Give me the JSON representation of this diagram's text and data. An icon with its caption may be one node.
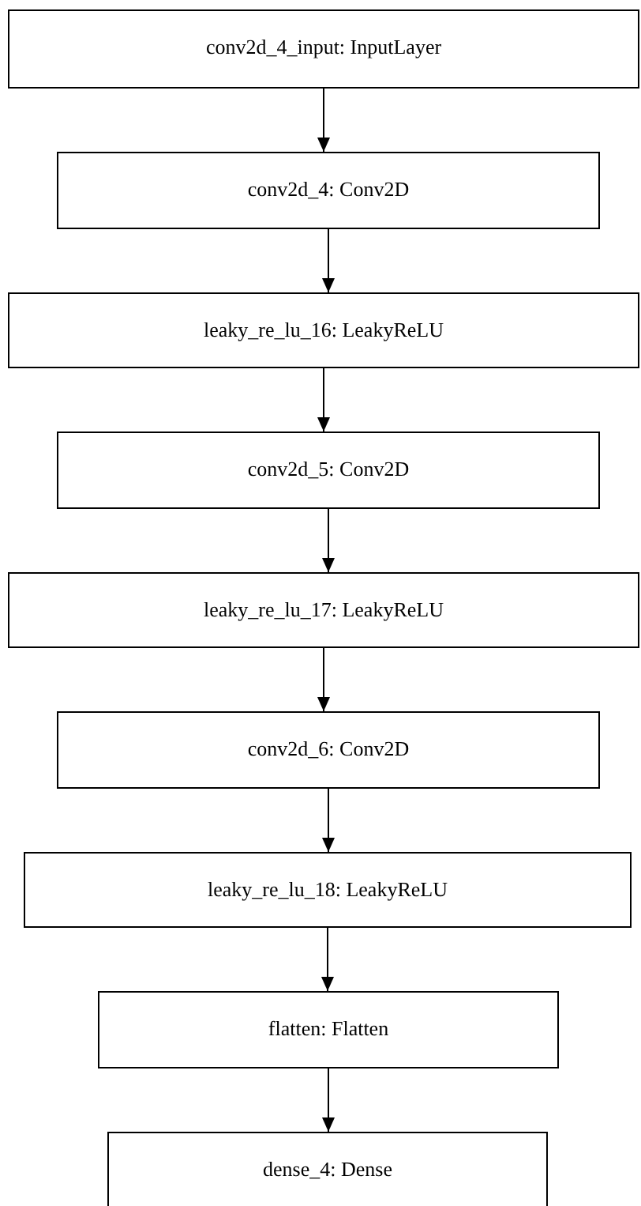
{
  "diagram": {
    "nodes": [
      {
        "text": [
          "conv2d_4_input: InputLayer"
        ]
      },
      {
        "text": [
          "conv2d_4: Conv2D"
        ]
      },
      {
        "text": [
          "leaky_re_lu_16: LeakyReLU"
        ]
      },
      {
        "text": [
          "conv2d_5: Conv2D"
        ]
      },
      {
        "text": [
          "leaky_re_lu_17: LeakyReLU"
        ]
      },
      {
        "text": [
          "conv2d_6: Conv2D"
        ]
      },
      {
        "text": [
          "leaky_re_lu_18: LeakyReLU"
        ]
      },
      {
        "text": [
          "flatten: Flatten"
        ]
      },
      {
        "text": [
          "dense_4: Dense"
        ]
      }
    ],
    "edges": [
      {
        "from": 0,
        "to": 1,
        "arrow": "to"
      },
      {
        "from": 1,
        "to": 2,
        "arrow": "to"
      },
      {
        "from": 2,
        "to": 3,
        "arrow": "to"
      },
      {
        "from": 3,
        "to": 4,
        "arrow": "to"
      },
      {
        "from": 4,
        "to": 5,
        "arrow": "to"
      },
      {
        "from": 5,
        "to": 6,
        "arrow": "to"
      },
      {
        "from": 6,
        "to": 7,
        "arrow": "to"
      },
      {
        "from": 7,
        "to": 8,
        "arrow": "to"
      }
    ]
  }
}
